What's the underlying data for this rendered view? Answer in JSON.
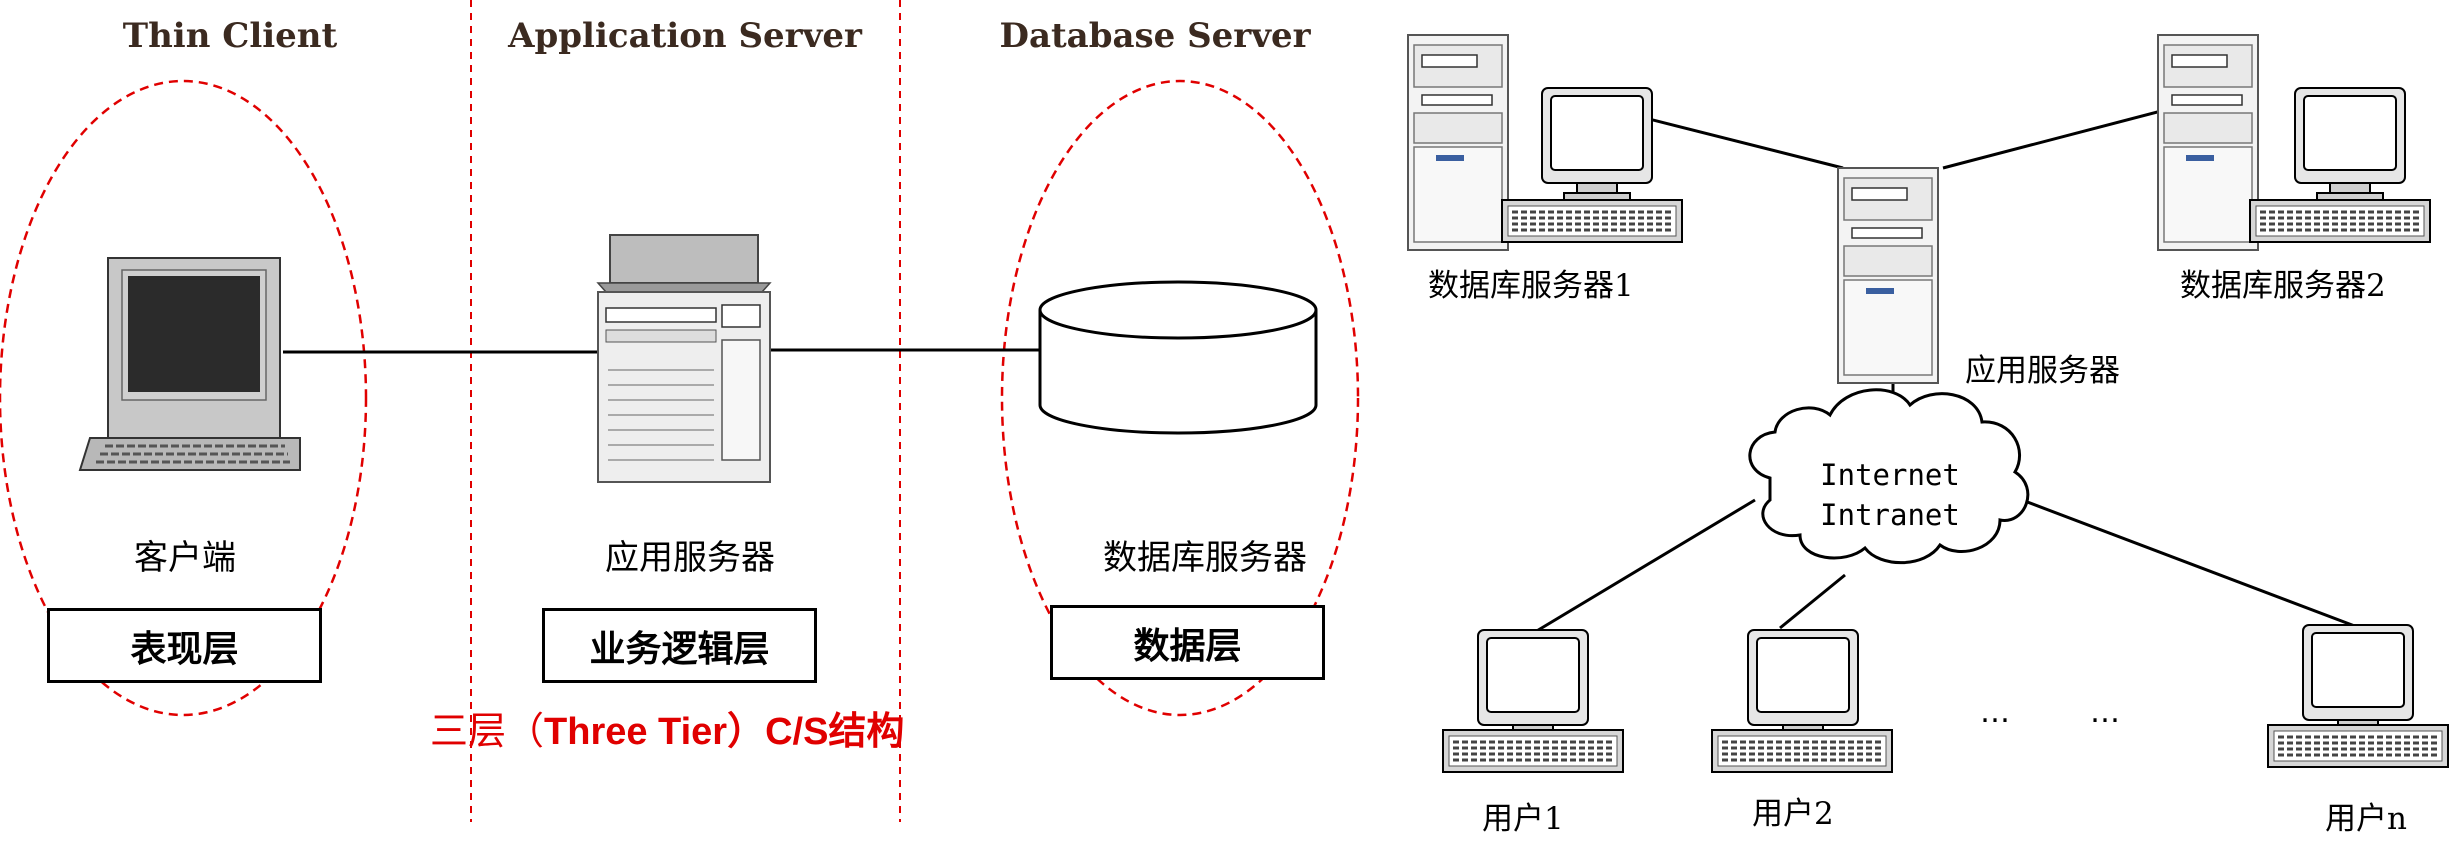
{
  "left_diagram": {
    "headers": {
      "client": "Thin Client",
      "app": "Application Server",
      "db": "Database Server"
    },
    "client_label": "客户端",
    "app_label": "应用服务器",
    "db_label": "数据库服务器",
    "tiers": {
      "presentation": "表现层",
      "business": "业务逻辑层",
      "data": "数据层"
    },
    "caption": {
      "prefix": "三层（",
      "bold": "Three Tier",
      "suffix": "）C/S结构"
    }
  },
  "right_diagram": {
    "db_server_1": "数据库服务器1",
    "db_server_2": "数据库服务器2",
    "app_server": "应用服务器",
    "network_line1": "Internet",
    "network_line2": "Intranet",
    "user_1": "用户1",
    "user_2": "用户2",
    "user_n": "用户n",
    "ellipsis_1": "…",
    "ellipsis_2": "…"
  },
  "colors": {
    "accent_red": "#e00000",
    "header_brown": "#3b2a20"
  }
}
